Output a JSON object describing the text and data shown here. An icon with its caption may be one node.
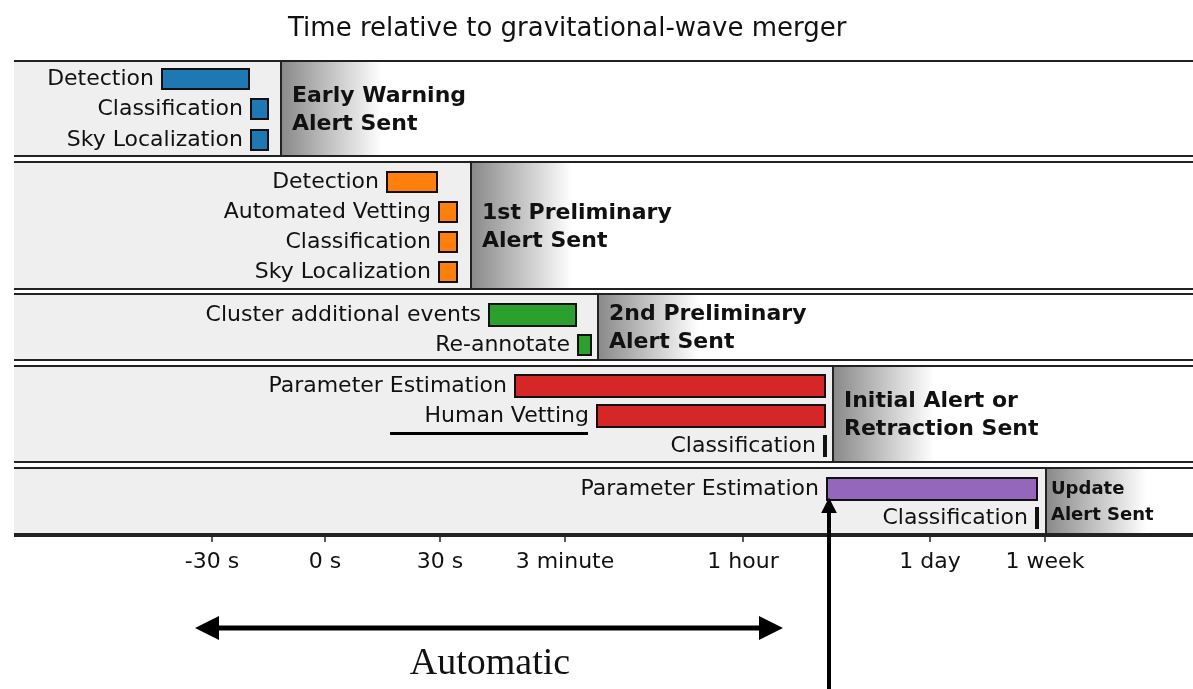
{
  "diagram": {
    "title": "Time relative to gravitational-wave merger",
    "nodes": [
      {
        "text": [
          "Early Warning Alert Sent"
        ]
      },
      {
        "text": [],
        "shape": "bar",
        "in": 0,
        "beside": [
          "Detection"
        ]
      },
      {
        "text": [],
        "shape": "bar",
        "in": 0,
        "beside": [
          "Classification"
        ]
      },
      {
        "text": [],
        "shape": "bar",
        "in": 0,
        "beside": [
          "Sky Localization"
        ]
      },
      {
        "text": [
          "1st Preliminary Alert Sent"
        ]
      },
      {
        "text": [],
        "shape": "bar",
        "in": 4,
        "beside": [
          "Detection"
        ]
      },
      {
        "text": [],
        "shape": "bar",
        "in": 4,
        "beside": [
          "Automated Vetting"
        ]
      },
      {
        "text": [],
        "shape": "bar",
        "in": 4,
        "beside": [
          "Classification"
        ]
      },
      {
        "text": [],
        "shape": "bar",
        "in": 4,
        "beside": [
          "Sky Localization"
        ]
      },
      {
        "text": [
          "2nd Preliminary Alert Sent"
        ]
      },
      {
        "text": [],
        "shape": "bar",
        "in": 9,
        "beside": [
          "Cluster additional events"
        ]
      },
      {
        "text": [],
        "shape": "bar",
        "in": 9,
        "beside": [
          "Re-annotate"
        ]
      },
      {
        "text": [
          "Initial Alert or Retraction Sent"
        ]
      },
      {
        "text": [],
        "shape": "bar",
        "in": 12,
        "beside": [
          "Parameter Estimation"
        ]
      },
      {
        "text": [],
        "shape": "bar",
        "in": 12,
        "beside": [
          "Human Vetting"
        ]
      },
      {
        "text": [],
        "shape": "bar",
        "in": 12,
        "beside": [
          "Classification"
        ]
      },
      {
        "text": [
          "Update Alert Sent"
        ]
      },
      {
        "text": [],
        "shape": "bar",
        "in": 16,
        "beside": [
          "Parameter Estimation"
        ]
      },
      {
        "text": [],
        "shape": "bar",
        "in": 16,
        "beside": [
          "Classification"
        ]
      }
    ],
    "edges": [
      {
        "from": null,
        "to": 17,
        "arrow": "to"
      }
    ],
    "labels": [
      "-30 s",
      "0 s",
      "30 s",
      "3 minute",
      "1 hour",
      "1 day",
      "1 week",
      "Automatic"
    ]
  }
}
